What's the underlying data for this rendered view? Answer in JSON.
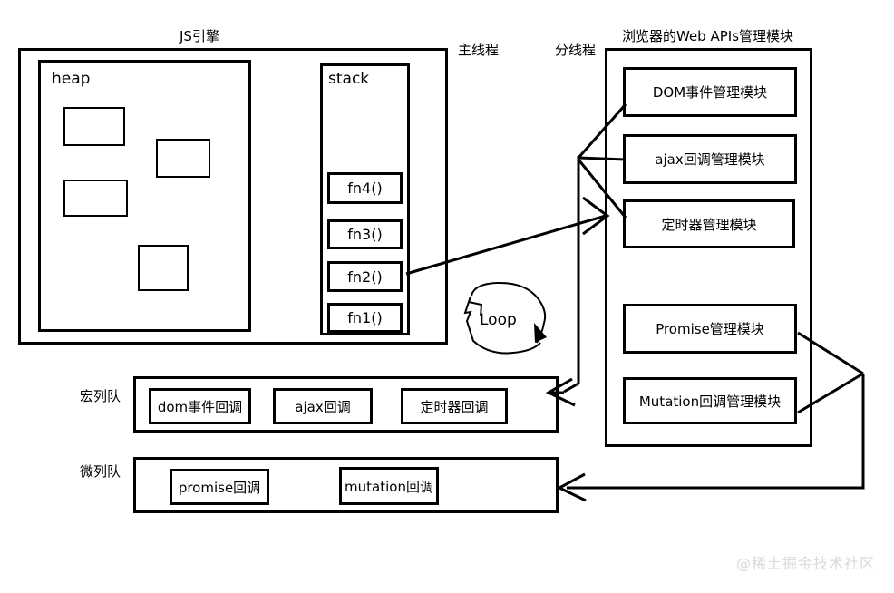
{
  "diagram": {
    "title_js_engine": "JS引擎",
    "label_main_thread": "主线程",
    "label_sub_thread": "分线程",
    "title_web_apis": "浏览器的Web APIs管理模块",
    "loop_label": "Loop",
    "watermark": "@稀土掘金技术社区",
    "colors": {
      "stroke": "#000000",
      "background": "#ffffff",
      "watermark": "#d9d9d9"
    }
  },
  "js_engine": {
    "heap": {
      "label": "heap",
      "blocks": [
        {
          "name": "heap-block-1"
        },
        {
          "name": "heap-block-2"
        },
        {
          "name": "heap-block-3"
        },
        {
          "name": "heap-block-4"
        }
      ]
    },
    "stack": {
      "label": "stack",
      "frames": [
        {
          "label": "fn4()"
        },
        {
          "label": "fn3()"
        },
        {
          "label": "fn2()"
        },
        {
          "label": "fn1()"
        }
      ]
    }
  },
  "web_apis": {
    "modules": [
      {
        "label": "DOM事件管理模块"
      },
      {
        "label": "ajax回调管理模块"
      },
      {
        "label": "定时器管理模块"
      },
      {
        "label": "Promise管理模块"
      },
      {
        "label": "Mutation回调管理模块"
      }
    ]
  },
  "macro_queue": {
    "label": "宏列队",
    "items": [
      {
        "label": "dom事件回调"
      },
      {
        "label": "ajax回调"
      },
      {
        "label": "定时器回调"
      }
    ]
  },
  "micro_queue": {
    "label": "微列队",
    "items": [
      {
        "label": "promise回调"
      },
      {
        "label": "mutation回调"
      }
    ]
  }
}
